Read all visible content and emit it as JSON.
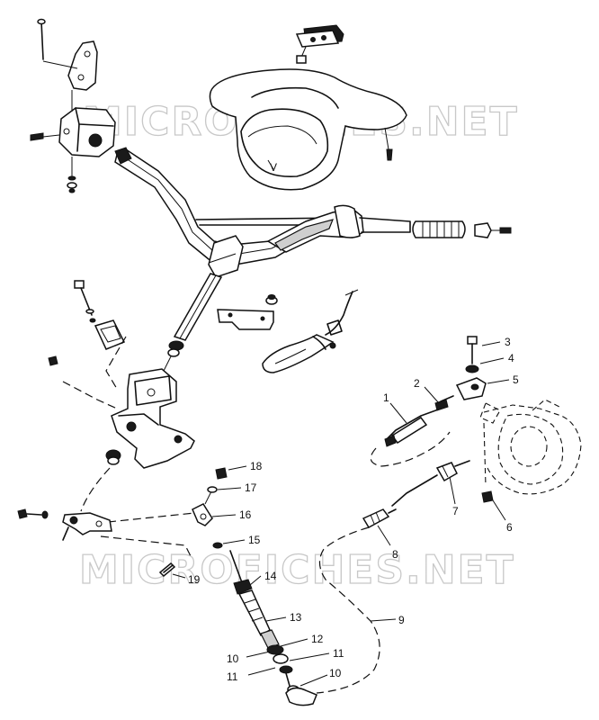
{
  "watermark": {
    "top": "MICROFICHES.NET",
    "bottom": "MICROFICHES.NET"
  },
  "callouts": {
    "c1": "1",
    "c2": "2",
    "c3": "3",
    "c4": "4",
    "c5": "5",
    "c6": "6",
    "c7": "7",
    "c8": "8",
    "c9": "9",
    "c10a": "10",
    "c10b": "10",
    "c11a": "11",
    "c11b": "11",
    "c12": "12",
    "c13": "13",
    "c14": "14",
    "c15": "15",
    "c16": "16",
    "c17": "17",
    "c18": "18",
    "c19": "19"
  },
  "pod_label": "V"
}
